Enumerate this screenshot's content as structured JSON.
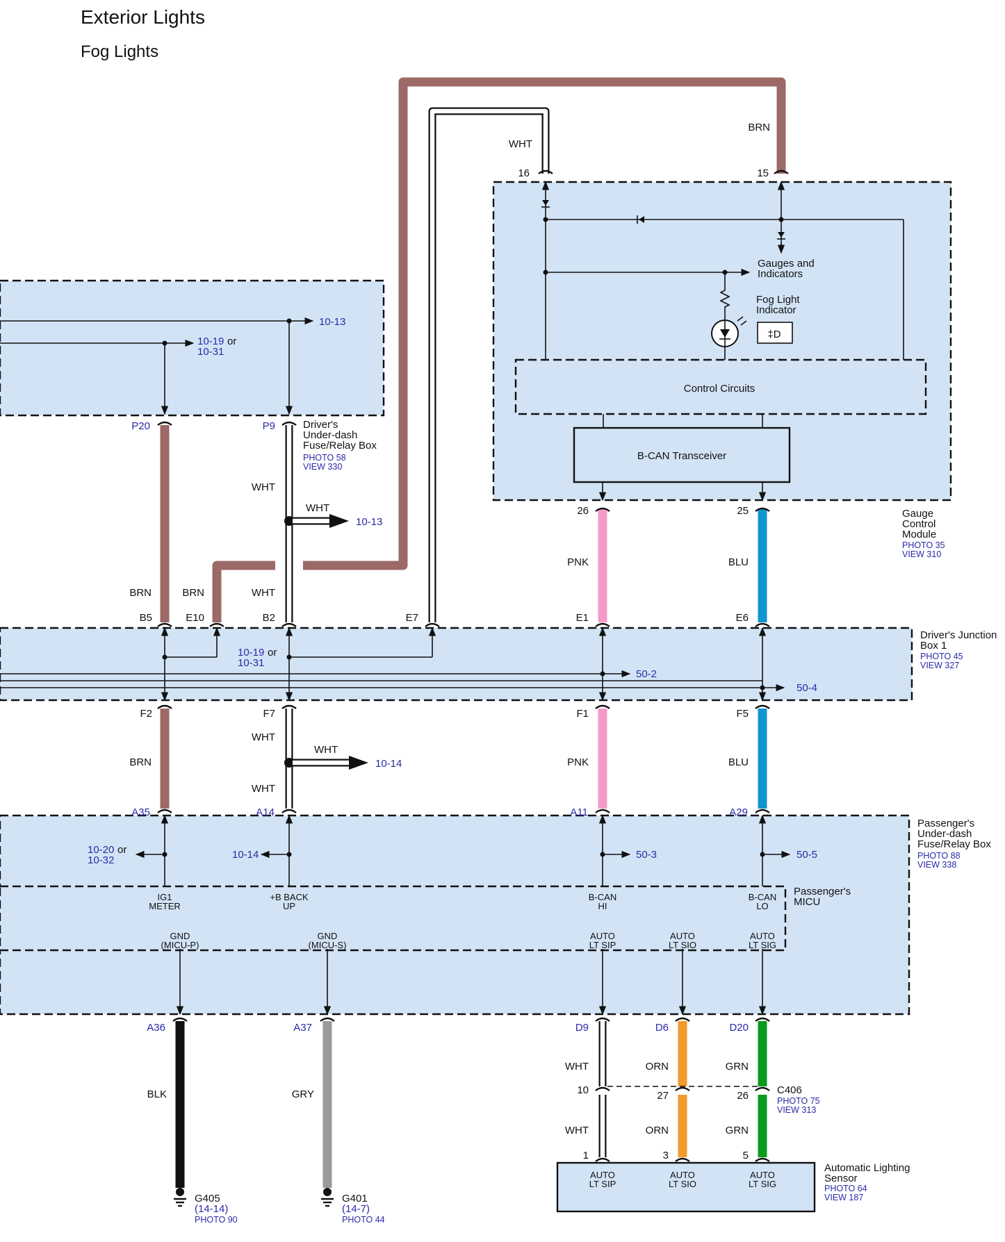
{
  "title": "Exterior Lights",
  "subtitle": "Fog Lights",
  "gauge_module": {
    "name": "Gauge\nControl\nModule",
    "photo": "PHOTO 35",
    "view": "VIEW 310",
    "pin_whit_top": "16",
    "pin_brn_top": "15",
    "wire_wht_top": "WHT",
    "wire_brn_top": "BRN",
    "gauges_label": "Gauges and\nIndicators",
    "fog_indicator_label": "Fog Light\nIndicator",
    "control_circuits": "Control Circuits",
    "bcan_transceiver": "B-CAN Transceiver",
    "pin_pnk": "26",
    "pin_blu": "25"
  },
  "drivers_fuse_box": {
    "name": "Driver's\nUnder-dash\nFuse/Relay Box",
    "photo": "PHOTO 58",
    "view": "VIEW 330",
    "ref_top": "10-13",
    "ref_1": "10-19",
    "ref_or": "or",
    "ref_2": "10-31",
    "pin_p20": "P20",
    "pin_p9": "P9"
  },
  "upper_wires": {
    "wht_1": "WHT",
    "wht_splice": "WHT",
    "ref_splice": "10-13",
    "brn_1": "BRN",
    "brn_2": "BRN",
    "wht_2": "WHT",
    "pnk": "PNK",
    "blu": "BLU"
  },
  "junction_box": {
    "name": "Driver's Junction\nBox 1",
    "photo": "PHOTO 45",
    "view": "VIEW 327",
    "pins_top": [
      "B5",
      "E10",
      "B2",
      "E7",
      "E1",
      "E6"
    ],
    "pins_bottom": [
      "F2",
      "F7",
      "F1",
      "F5"
    ],
    "ref_1": "10-19",
    "ref_or": "or",
    "ref_2": "10-31",
    "ref_can_hi": "50-2",
    "ref_can_lo": "50-4"
  },
  "middle_wires": {
    "brn": "BRN",
    "wht_1": "WHT",
    "wht_splice": "WHT",
    "ref_splice": "10-14",
    "wht_2": "WHT",
    "pnk": "PNK",
    "blu": "BLU"
  },
  "passenger_fuse_box": {
    "name": "Passenger's\nUnder-dash\nFuse/Relay Box",
    "photo": "PHOTO 88",
    "view": "VIEW 338",
    "pins_top": [
      "A35",
      "A14",
      "A11",
      "A29"
    ],
    "ref_ig_1": "10-20",
    "ref_ig_or": "or",
    "ref_ig_2": "10-32",
    "ref_back": "10-14",
    "ref_hi": "50-3",
    "ref_lo": "50-5"
  },
  "micu": {
    "name": "Passenger's\nMICU",
    "ig1": "IG1\nMETER",
    "backup": "+B BACK\nUP",
    "bcan_hi": "B-CAN\nHI",
    "bcan_lo": "B-CAN\nLO",
    "gnd_p": "GND\n(MICU-P)",
    "gnd_s": "GND\n(MICU-S)",
    "auto_sip": "AUTO\nLT SIP",
    "auto_sio": "AUTO\nLT SIO",
    "auto_sig": "AUTO\nLT SIG"
  },
  "lower_pins": {
    "a36": "A36",
    "a37": "A37",
    "d9": "D9",
    "d6": "D6",
    "d20": "D20"
  },
  "lower_wires": {
    "blk": "BLK",
    "gry": "GRY",
    "wht_1": "WHT",
    "orn_1": "ORN",
    "grn_1": "GRN",
    "wht_2": "WHT",
    "orn_2": "ORN",
    "grn_2": "GRN"
  },
  "connector_c406": {
    "name": "C406",
    "photo": "PHOTO 75",
    "view": "VIEW 313",
    "pins": [
      "10",
      "27",
      "26"
    ]
  },
  "sensor": {
    "name": "Automatic Lighting\nSensor",
    "photo": "PHOTO 64",
    "view": "VIEW 187",
    "pins": [
      "1",
      "3",
      "5"
    ],
    "sip": "AUTO\nLT SIP",
    "sio": "AUTO\nLT SIO",
    "sig": "AUTO\nLT SIG"
  },
  "grounds": {
    "g405": "G405",
    "g405_ref": "(14-14)",
    "g405_photo": "PHOTO 90",
    "g401": "G401",
    "g401_ref": "(14-7)",
    "g401_photo": "PHOTO 44"
  },
  "colors": {
    "box_fill": "#d2e3f5",
    "brn": "#9b6a66",
    "pnk": "#f49ac9",
    "blu": "#0f95cf",
    "blk": "#111111",
    "gry": "#9a9a9a",
    "orn": "#f39a2c",
    "grn": "#0a9a1e",
    "ref_text": "#2a2aa8"
  }
}
